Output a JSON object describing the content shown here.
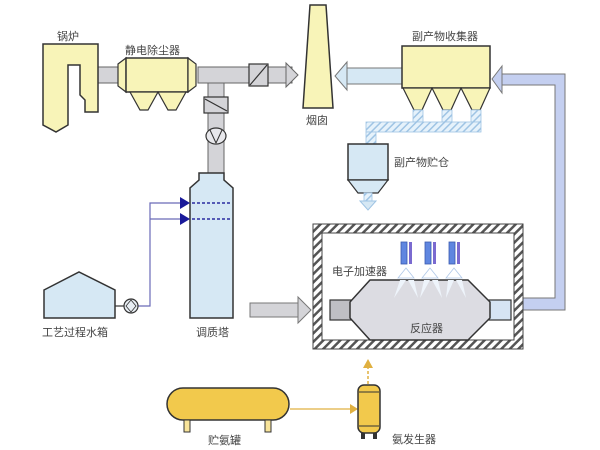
{
  "title": "电子束烟气脱硫脱硝工艺流程",
  "labels": {
    "boiler": "锅炉",
    "esp": "静电除尘器",
    "chimney": "烟囱",
    "byproduct_collector": "副产物收集器",
    "byproduct_silo": "副产物贮仓",
    "conditioning_tower": "调质塔",
    "process_water_tank": "工艺过程水箱",
    "electron_accelerator": "电子加速器",
    "reactor": "反应器",
    "ammonia_tank": "贮氨罐",
    "ammonia_generator": "氨发生器"
  },
  "colors": {
    "equipment_yellow": "#f8f4b8",
    "ammonia_yellow": "#f2c94c",
    "water_blue": "#d6e8f4",
    "flue_gray": "#d4d4d8",
    "return_duct_blue": "#c4cff0",
    "accelerator_blue": "#5f86e0",
    "outline": "#333333"
  }
}
